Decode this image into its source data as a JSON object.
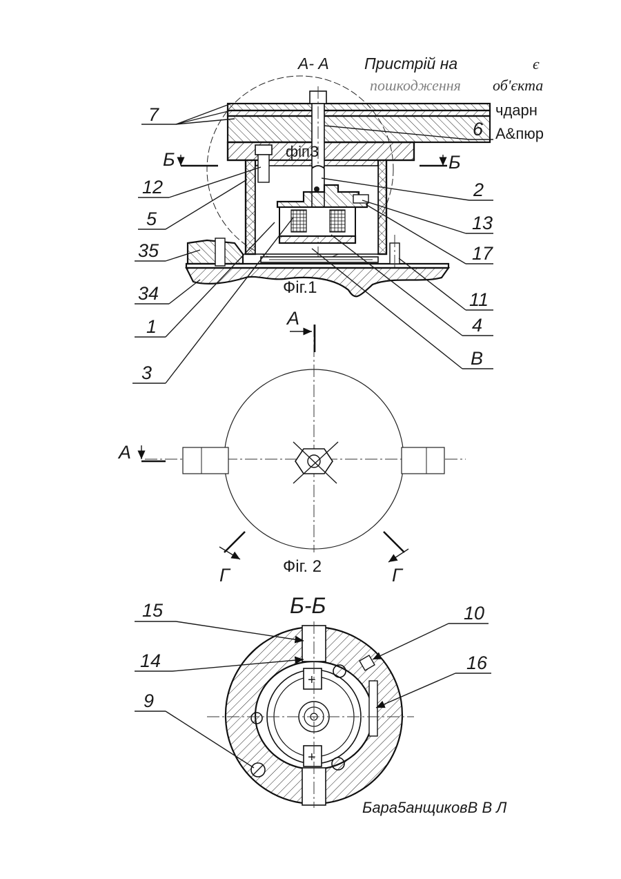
{
  "header": {
    "section_aa": "А- А",
    "title_line1": "Пристрій на",
    "title_mark": "є",
    "title_line2_strike": "пошкодження",
    "title_line2": "об'єкта",
    "title_line3": "чдарн",
    "title_line4": "А&пюр",
    "fig3_ref": "фіпЗ"
  },
  "fig1": {
    "caption": "Фіг.1",
    "section_b_left": "Б",
    "section_b_right": "Б",
    "labels": [
      "7",
      "6",
      "12",
      "2",
      "5",
      "13",
      "35",
      "17",
      "34",
      "11",
      "1",
      "4",
      "3",
      "В"
    ]
  },
  "fig2": {
    "caption": "Фіг. 2",
    "section_a_top": "А",
    "section_a_left": "А",
    "view_g_left": "Г",
    "view_g_right": "Г"
  },
  "fig3": {
    "section_title": "Б-Б",
    "labels": [
      "15",
      "10",
      "14",
      "16",
      "9"
    ],
    "plus_top": "+",
    "plus_bottom": "+"
  },
  "footer": {
    "author": "Бара5анщиковВ В Л"
  }
}
